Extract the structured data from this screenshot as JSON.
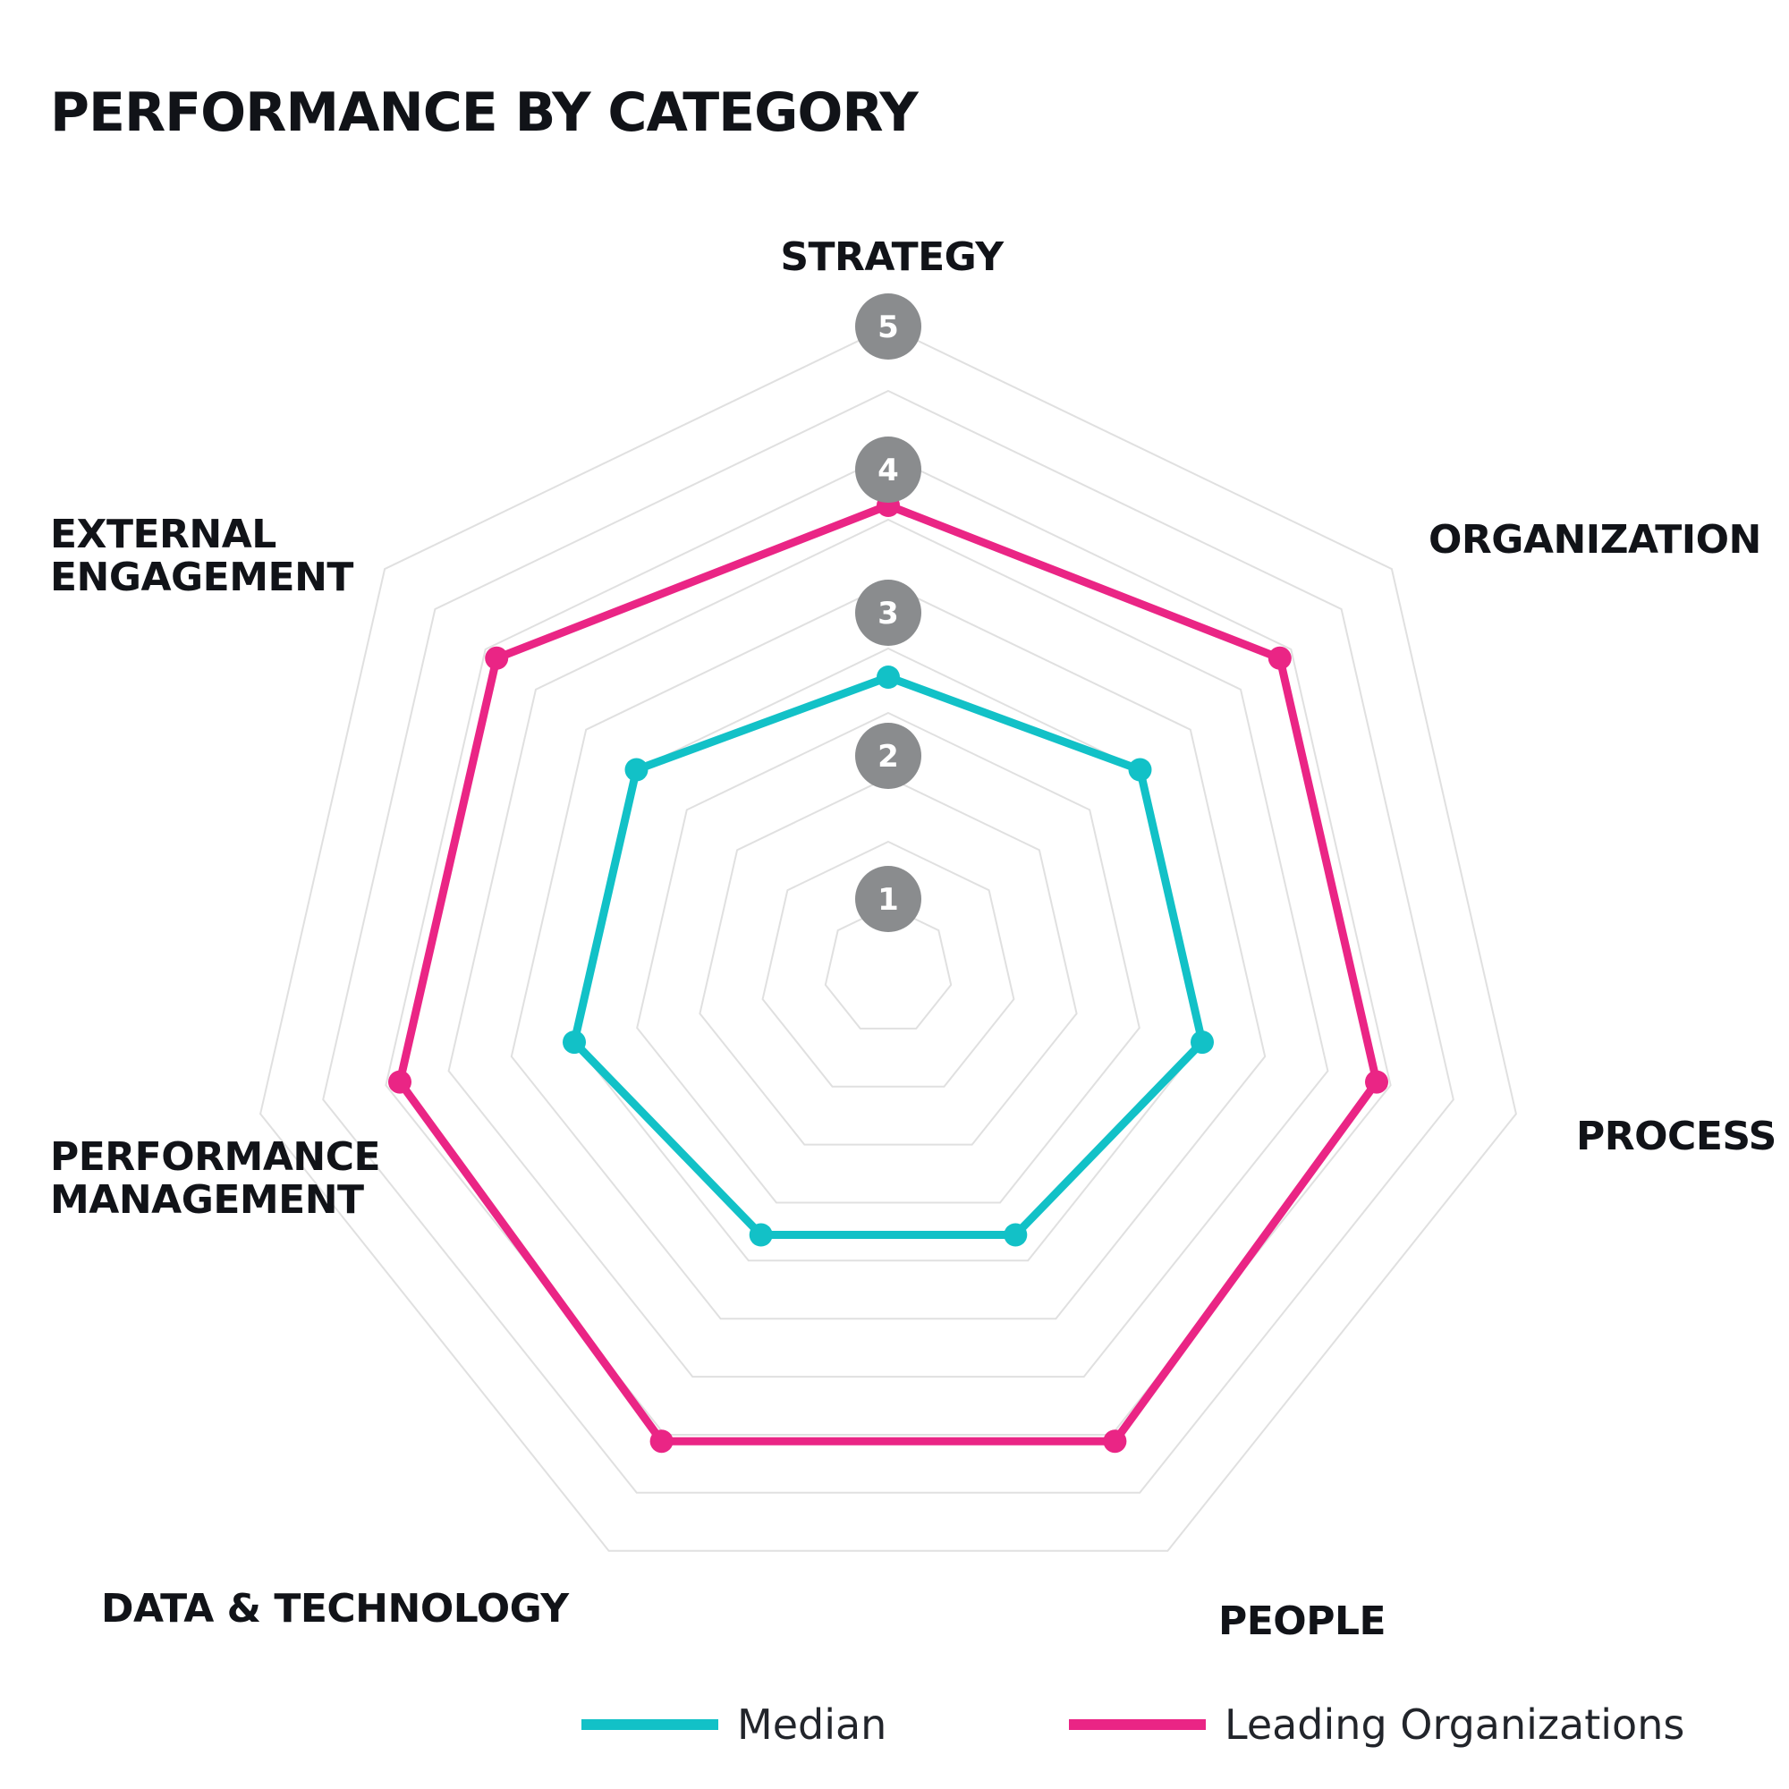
{
  "chart_data": {
    "type": "radar",
    "title": "PERFORMANCE BY CATEGORY",
    "categories": [
      [
        "STRATEGY"
      ],
      [
        "ORGANIZATION"
      ],
      [
        "PROCESS"
      ],
      [
        "PEOPLE"
      ],
      [
        "DATA & TECHNOLOGY"
      ],
      [
        "PERFORMANCE",
        "MANAGEMENT"
      ],
      [
        "EXTERNAL",
        "ENGAGEMENT"
      ]
    ],
    "rings": [
      1,
      2,
      3,
      4,
      5
    ],
    "scale_max": 5,
    "scale_min": 0.5,
    "grid_levels": 10,
    "series": [
      {
        "name": "Median",
        "color": "#12c1c7",
        "values": [
          2.55,
          2.75,
          2.75,
          2.55,
          2.55,
          2.75,
          2.75
        ]
      },
      {
        "name": "Leading Organizations",
        "color": "#ea2585",
        "values": [
          3.75,
          4.0,
          4.0,
          4.15,
          4.15,
          4.0,
          4.0
        ]
      }
    ],
    "legend_position": "bottom",
    "grid_color": "#e0e0e0",
    "tick_badge_color": "#8a8c8e"
  }
}
